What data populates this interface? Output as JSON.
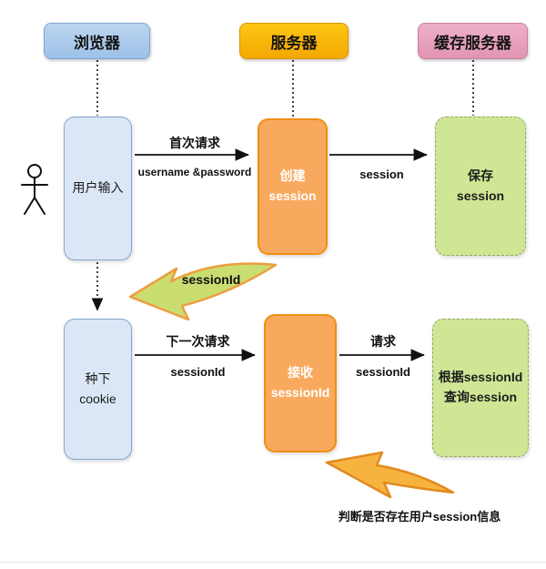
{
  "canvas": {
    "background": "#ffffff"
  },
  "headers": {
    "browser": {
      "label": "浏览器"
    },
    "server": {
      "label": "服务器"
    },
    "cache": {
      "label": "缓存服务器"
    }
  },
  "nodes": {
    "user_input": {
      "label": "用户输入"
    },
    "create_session": {
      "label": "创建\nsession"
    },
    "save_session": {
      "label": "保存\nsession"
    },
    "plant_cookie": {
      "label": "种下\ncookie"
    },
    "receive_sessionid": {
      "label": "接收\nsessionId"
    },
    "query_session": {
      "label": "根据sessionId\n查询session"
    }
  },
  "edge_labels": {
    "first_request": "首次请求",
    "username_password": "username &password",
    "session": "session",
    "sessionid_return": "sessionId",
    "next_request": "下一次请求",
    "next_sessionid": "sessionId",
    "request": "请求",
    "request_sessionid": "sessionId",
    "judge_note": "判断是否存在用户session信息"
  },
  "icons": {
    "user_actor": "stick-figure"
  },
  "colors": {
    "header_browser_fill": "#a9c9ec",
    "header_server_fill": "#f8b406",
    "header_cache_fill": "#e8a2bd",
    "node_blue_fill": "#dbe7f6",
    "node_orange_fill": "#f9a95e",
    "node_orange_border": "#ef8f14",
    "node_green_fill": "#cfe795",
    "swoosh_green_fill": "#c9dd71",
    "swoosh_green_stroke": "#ee9d3d",
    "swoosh_orange_fill": "#f6b33f",
    "swoosh_orange_stroke": "#e08a1e",
    "arrow_color": "#111111"
  }
}
